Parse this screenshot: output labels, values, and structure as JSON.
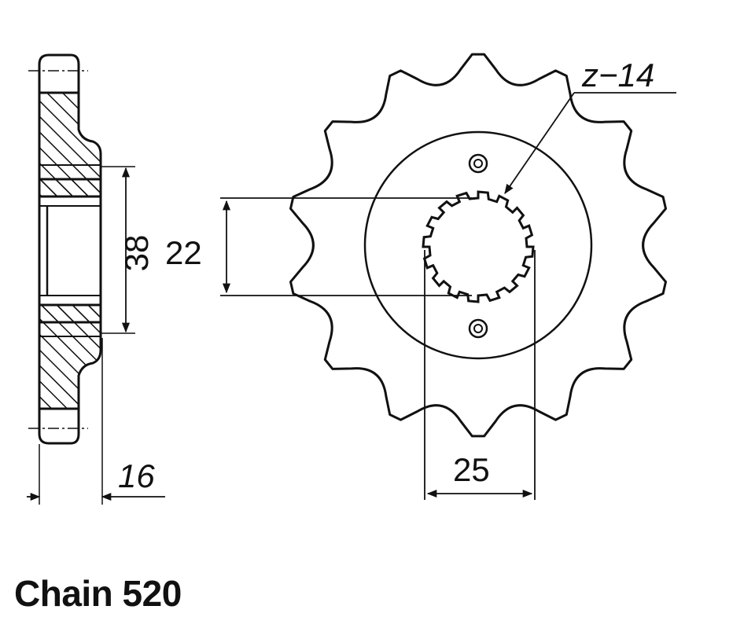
{
  "diagram": {
    "teeth_label": "z−14",
    "teeth_count": 14,
    "dimensions": {
      "bore_diameter": "38",
      "spline_diameter": "22",
      "bolt_spacing": "25",
      "thickness": "16"
    },
    "caption": "Chain 520"
  }
}
